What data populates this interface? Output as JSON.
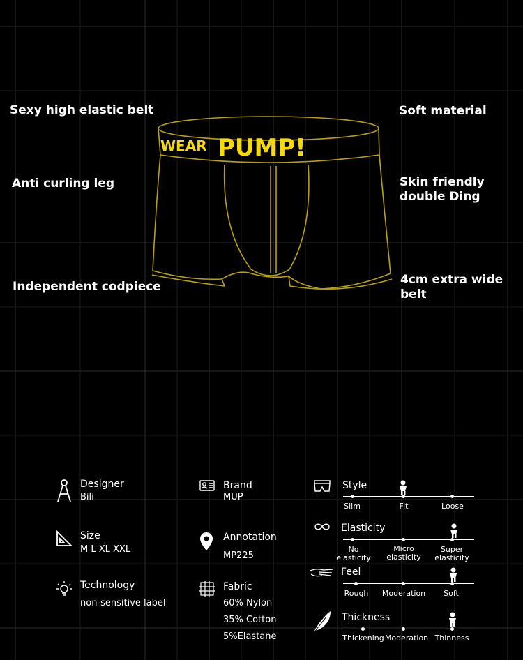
{
  "features": {
    "belt": "Sexy high elastic belt",
    "soft": "Soft material",
    "curl": "Anti curling leg",
    "skin": "Skin friendly double Ding",
    "codpiece": "Independent codpiece",
    "wide": "4cm extra wide belt"
  },
  "waistband": {
    "left_text": "WEAR",
    "logo_text": "PUMP!"
  },
  "specs": {
    "designer": {
      "label": "Designer",
      "value": "Bili"
    },
    "brand": {
      "label": "Brand",
      "value": "MUP"
    },
    "size": {
      "label": "Size",
      "value": "M  L  XL  XXL"
    },
    "annotation": {
      "label": "Annotation",
      "value": "MP225"
    },
    "technology": {
      "label": "Technology",
      "value": "non-sensitive label"
    },
    "fabric": {
      "label": "Fabric",
      "lines": [
        "60% Nylon",
        "35% Cotton",
        "5%Elastane"
      ]
    }
  },
  "scales": {
    "style": {
      "title": "Style",
      "ticks": [
        "Slim",
        "Fit",
        "Loose"
      ],
      "selected": 1
    },
    "elasticity": {
      "title": "Elasticity",
      "ticks": [
        "No\nelasticity",
        "Micro\nelasticity",
        "Super\nelasticity"
      ],
      "selected": 2
    },
    "feel": {
      "title": "Feel",
      "ticks": [
        "Rough",
        "Moderation",
        "Soft"
      ],
      "selected": 2
    },
    "thickness": {
      "title": "Thickness",
      "ticks": [
        "Thickening",
        "Moderation",
        "Thinness"
      ],
      "selected": 2
    }
  },
  "colors": {
    "accent": "#f5d90a",
    "background": "#000000",
    "grid": "#2a2a2a"
  },
  "icons": [
    "compass-icon",
    "id-card-icon",
    "underwear-icon",
    "set-square-icon",
    "location-pin-icon",
    "infinity-icon",
    "lightbulb-icon",
    "fabric-grid-icon",
    "hand-icon",
    "feather-icon",
    "person-marker-icon"
  ]
}
